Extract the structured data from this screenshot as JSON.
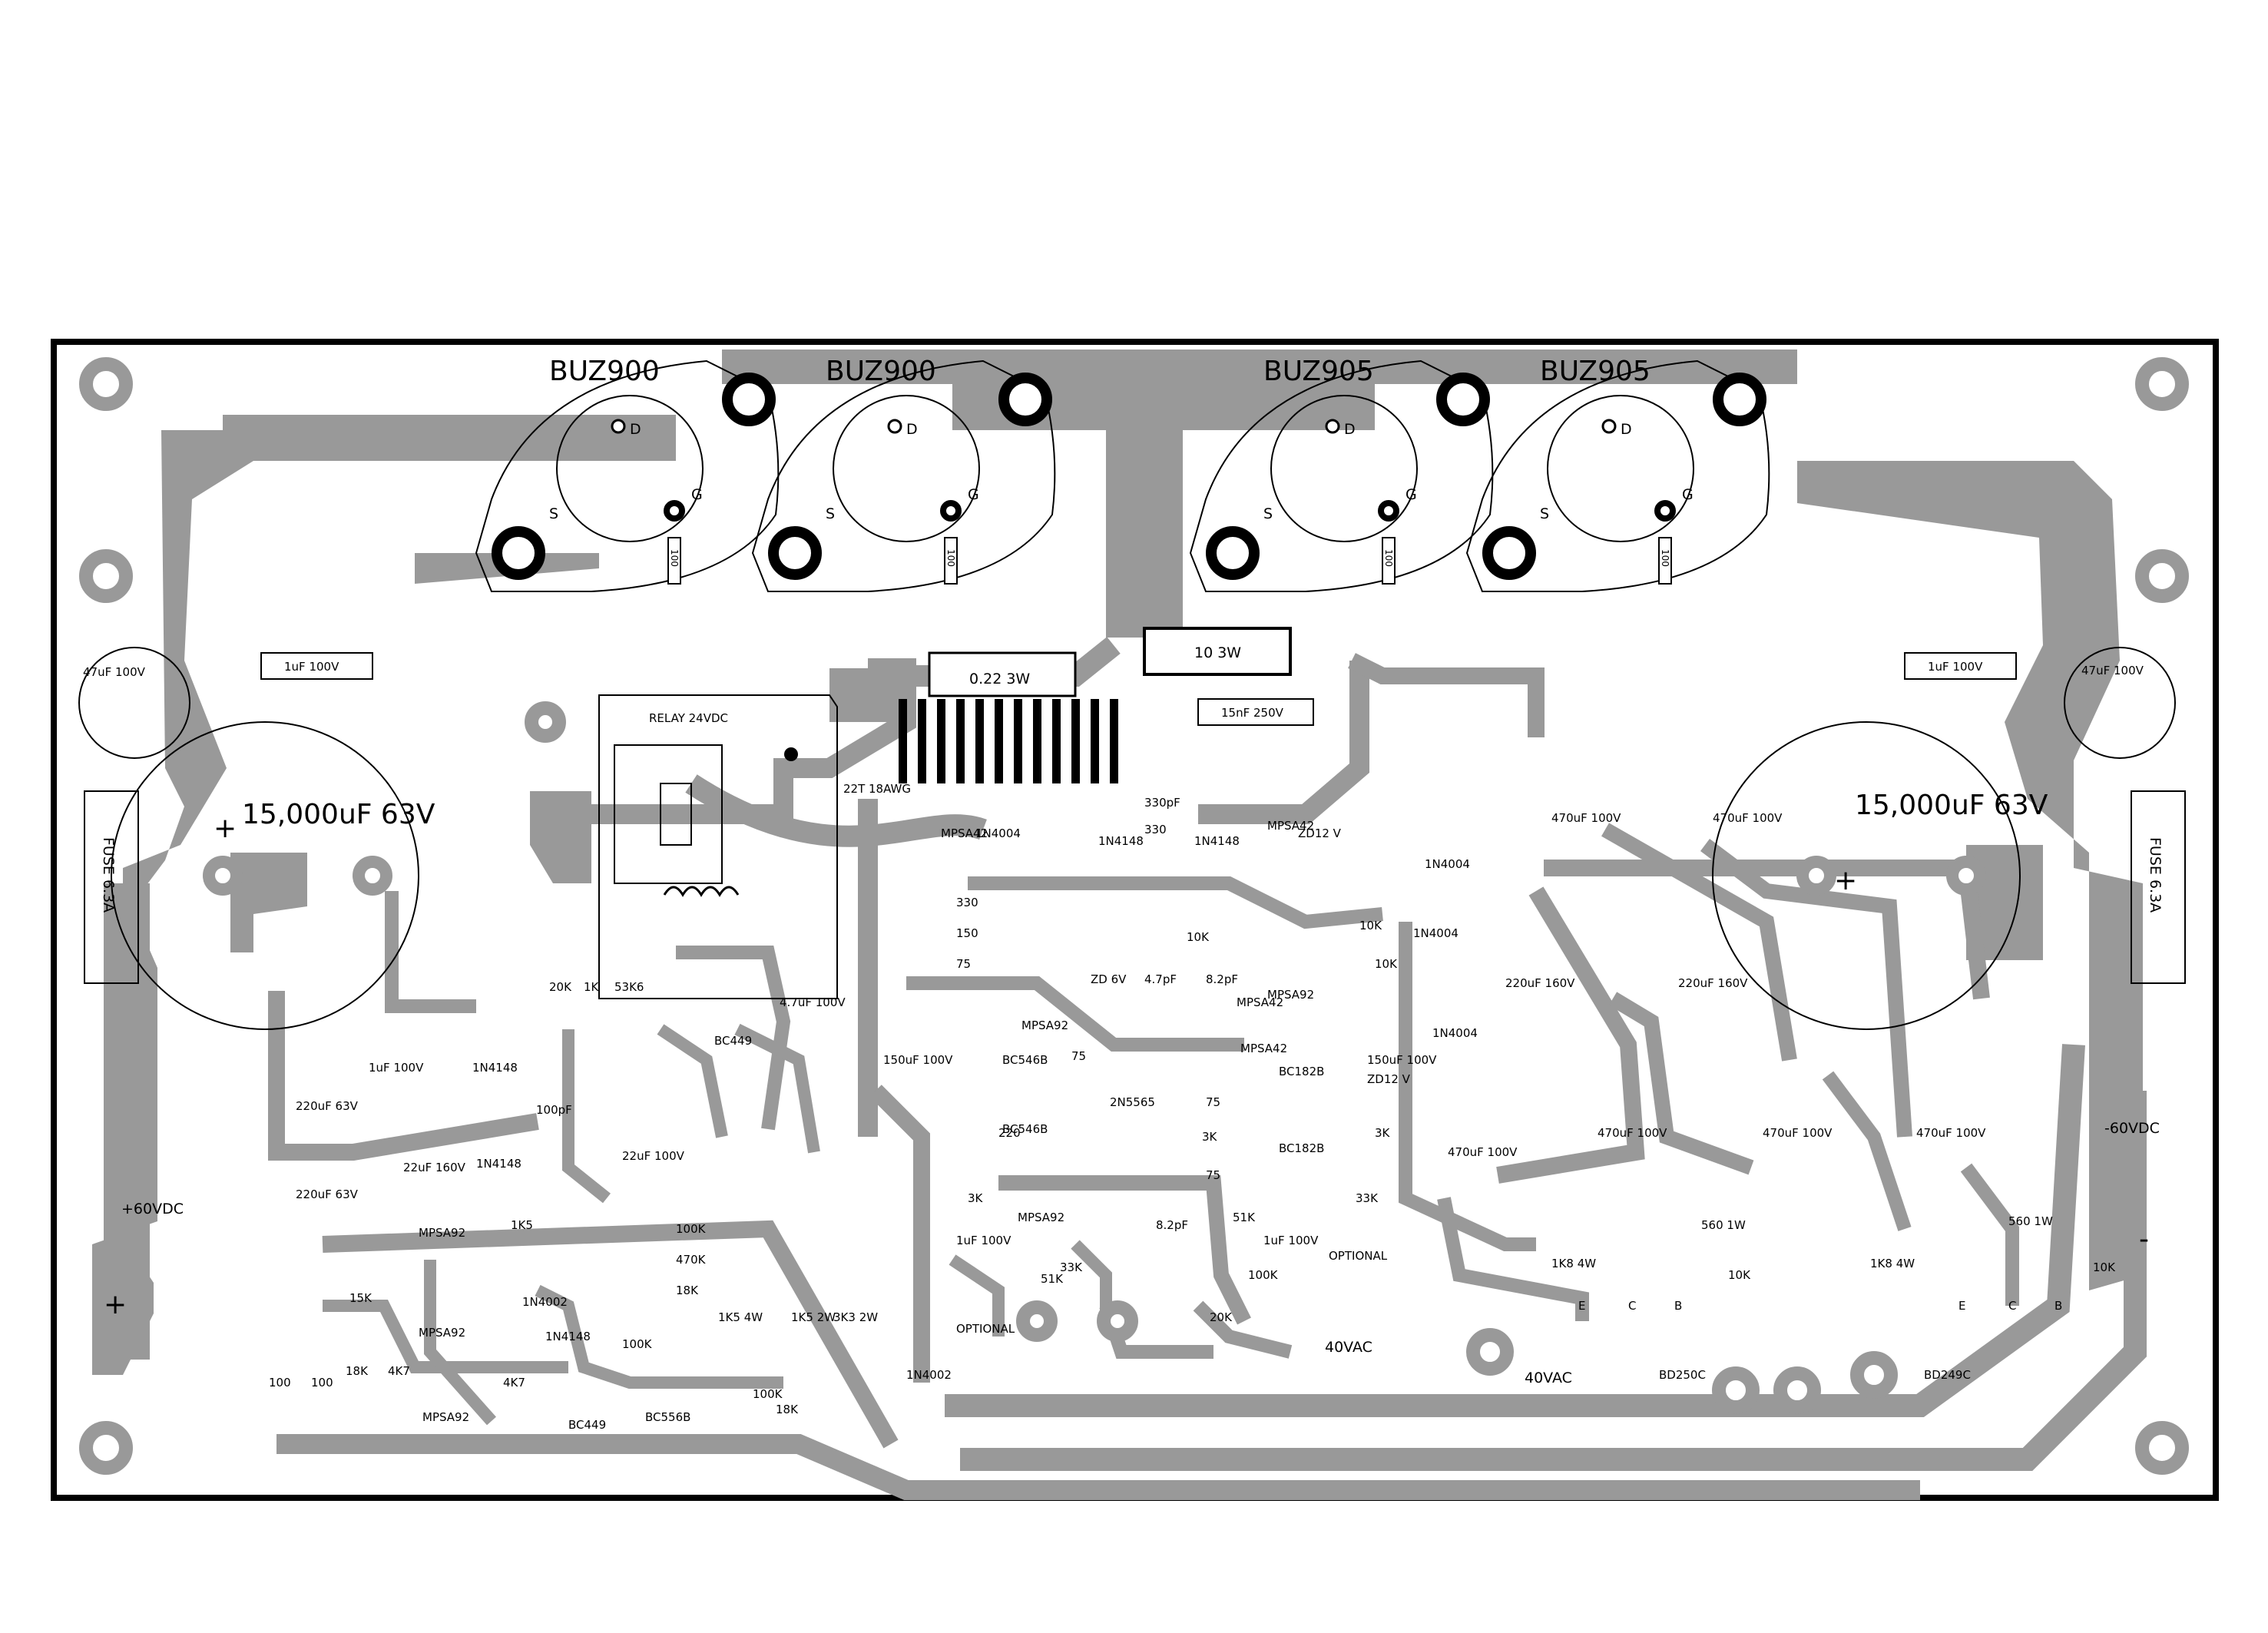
{
  "board": {
    "mosfets": [
      {
        "part": "BUZ900",
        "drain": "D",
        "gate": "G",
        "source": "S",
        "gate_resistor": "100"
      },
      {
        "part": "BUZ900",
        "drain": "D",
        "gate": "G",
        "source": "S",
        "gate_resistor": "100"
      },
      {
        "part": "BUZ905",
        "drain": "D",
        "gate": "G",
        "source": "S",
        "gate_resistor": "100"
      },
      {
        "part": "BUZ905",
        "drain": "D",
        "gate": "G",
        "source": "S",
        "gate_resistor": "100"
      }
    ],
    "power": {
      "pos_supply": "+60VDC",
      "neg_supply": "-60VDC",
      "ac_in_1": "40VAC",
      "ac_in_2": "40VAC",
      "fuse_left": "FUSE 6.3A",
      "fuse_right": "FUSE 6.3A",
      "main_cap_left": "15,000uF 63V",
      "main_cap_right": "15,000uF 63V",
      "small_cap_left": "47uF 100V",
      "small_cap_right": "47uF 100V",
      "film_cap_left": "1uF 100V",
      "film_cap_right": "1uF 100V"
    },
    "output": {
      "resistor_1": "0.22 3W",
      "resistor_2": "10 3W",
      "cap": "15nF 250V",
      "coil": "22T 18AWG"
    },
    "relay": "RELAY 24VDC",
    "labels": [
      "MPSA42",
      "MPSA92",
      "MPSA42",
      "MPSA92",
      "MPSA92",
      "MPSA42",
      "MPSA42",
      "MPSA92",
      "MPSA92",
      "MPSA92",
      "BC449",
      "BC449",
      "BC556B",
      "BC546B",
      "BC546B",
      "BC182B",
      "BC182B",
      "2N5565",
      "1N4148",
      "1N4148",
      "1N4148",
      "1N4148",
      "1N4148",
      "1N4002",
      "1N4002",
      "1N4004",
      "1N4004",
      "1N4004",
      "1N4004",
      "ZD12 V",
      "ZD12 V",
      "ZD 6V",
      "4.7pF",
      "8.2pF",
      "8.2pF",
      "100pF",
      "330pF",
      "330",
      "330",
      "75",
      "75",
      "75",
      "75",
      "150",
      "10K",
      "10K",
      "3K",
      "3K",
      "3K",
      "33K",
      "33K",
      "51K",
      "20K",
      "1K5",
      "100K",
      "100K",
      "100K",
      "100K",
      "470K",
      "18K",
      "18K",
      "15K",
      "100",
      "100",
      "18K",
      "4K7",
      "4K7",
      "10K",
      "51K",
      "20K",
      "1K",
      "53K6",
      "1K5 4W",
      "1K5 2W",
      "3K3 2W",
      "220",
      "1uF 100V",
      "OPTIONAL",
      "1uF 100V",
      "OPTIONAL",
      "220uF 63V",
      "220uF 63V",
      "1uF 100V",
      "22uF 160V",
      "22uF 100V",
      "4.7uF 100V",
      "150uF 100V",
      "150uF 100V",
      "470uF 100V",
      "470uF 100V",
      "470uF 100V",
      "470uF 100V",
      "470uF 100V",
      "470uF 100V",
      "220uF 160V",
      "220uF 160V",
      "1K8 4W",
      "1K8 4W",
      "560 1W",
      "560 1W",
      "10K",
      "10K",
      "BD250C",
      "BD249C",
      "E",
      "C",
      "B",
      "E",
      "C",
      "B"
    ]
  }
}
